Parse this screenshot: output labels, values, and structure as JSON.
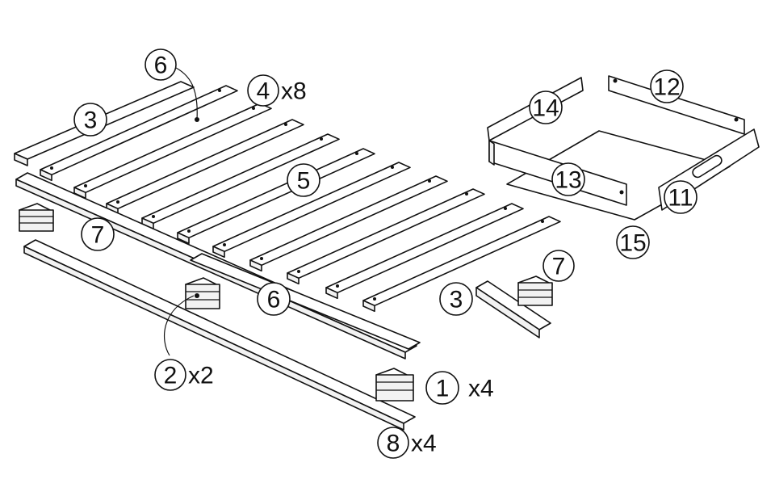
{
  "callouts": [
    {
      "id": "c6a",
      "number": "6"
    },
    {
      "id": "c3a",
      "number": "3"
    },
    {
      "id": "c4",
      "number": "4",
      "qty": "x8"
    },
    {
      "id": "c5",
      "number": "5"
    },
    {
      "id": "c7a",
      "number": "7"
    },
    {
      "id": "c6b",
      "number": "6"
    },
    {
      "id": "c3b",
      "number": "3"
    },
    {
      "id": "c7b",
      "number": "7"
    },
    {
      "id": "c2",
      "number": "2",
      "qty": "x2"
    },
    {
      "id": "c1",
      "number": "1",
      "qty": "x4"
    },
    {
      "id": "c8",
      "number": "8",
      "qty": "x4"
    },
    {
      "id": "c14",
      "number": "14"
    },
    {
      "id": "c12",
      "number": "12"
    },
    {
      "id": "c13",
      "number": "13"
    },
    {
      "id": "c11",
      "number": "11"
    },
    {
      "id": "c15",
      "number": "15"
    }
  ]
}
